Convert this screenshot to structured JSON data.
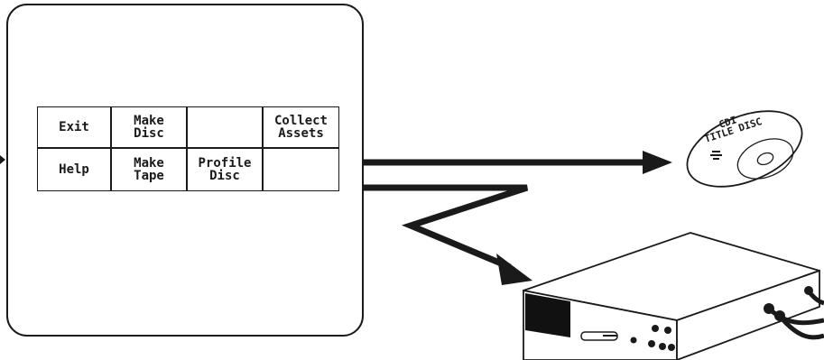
{
  "menu": {
    "buttons": [
      {
        "id": "exit",
        "label": "Exit"
      },
      {
        "id": "make-disc",
        "label": "Make\nDisc"
      },
      {
        "id": "blank-1",
        "label": ""
      },
      {
        "id": "collect-assets",
        "label": "Collect\nAssets"
      },
      {
        "id": "help",
        "label": "Help"
      },
      {
        "id": "make-tape",
        "label": "Make\nTape"
      },
      {
        "id": "profile-disc",
        "label": "Profile\nDisc"
      },
      {
        "id": "blank-2",
        "label": ""
      }
    ]
  },
  "disc": {
    "line1": "CDI",
    "line2": "TITLE DISC"
  },
  "colors": {
    "ink": "#1a1a1a",
    "background": "#ffffff",
    "panel_dark": "#111111"
  }
}
